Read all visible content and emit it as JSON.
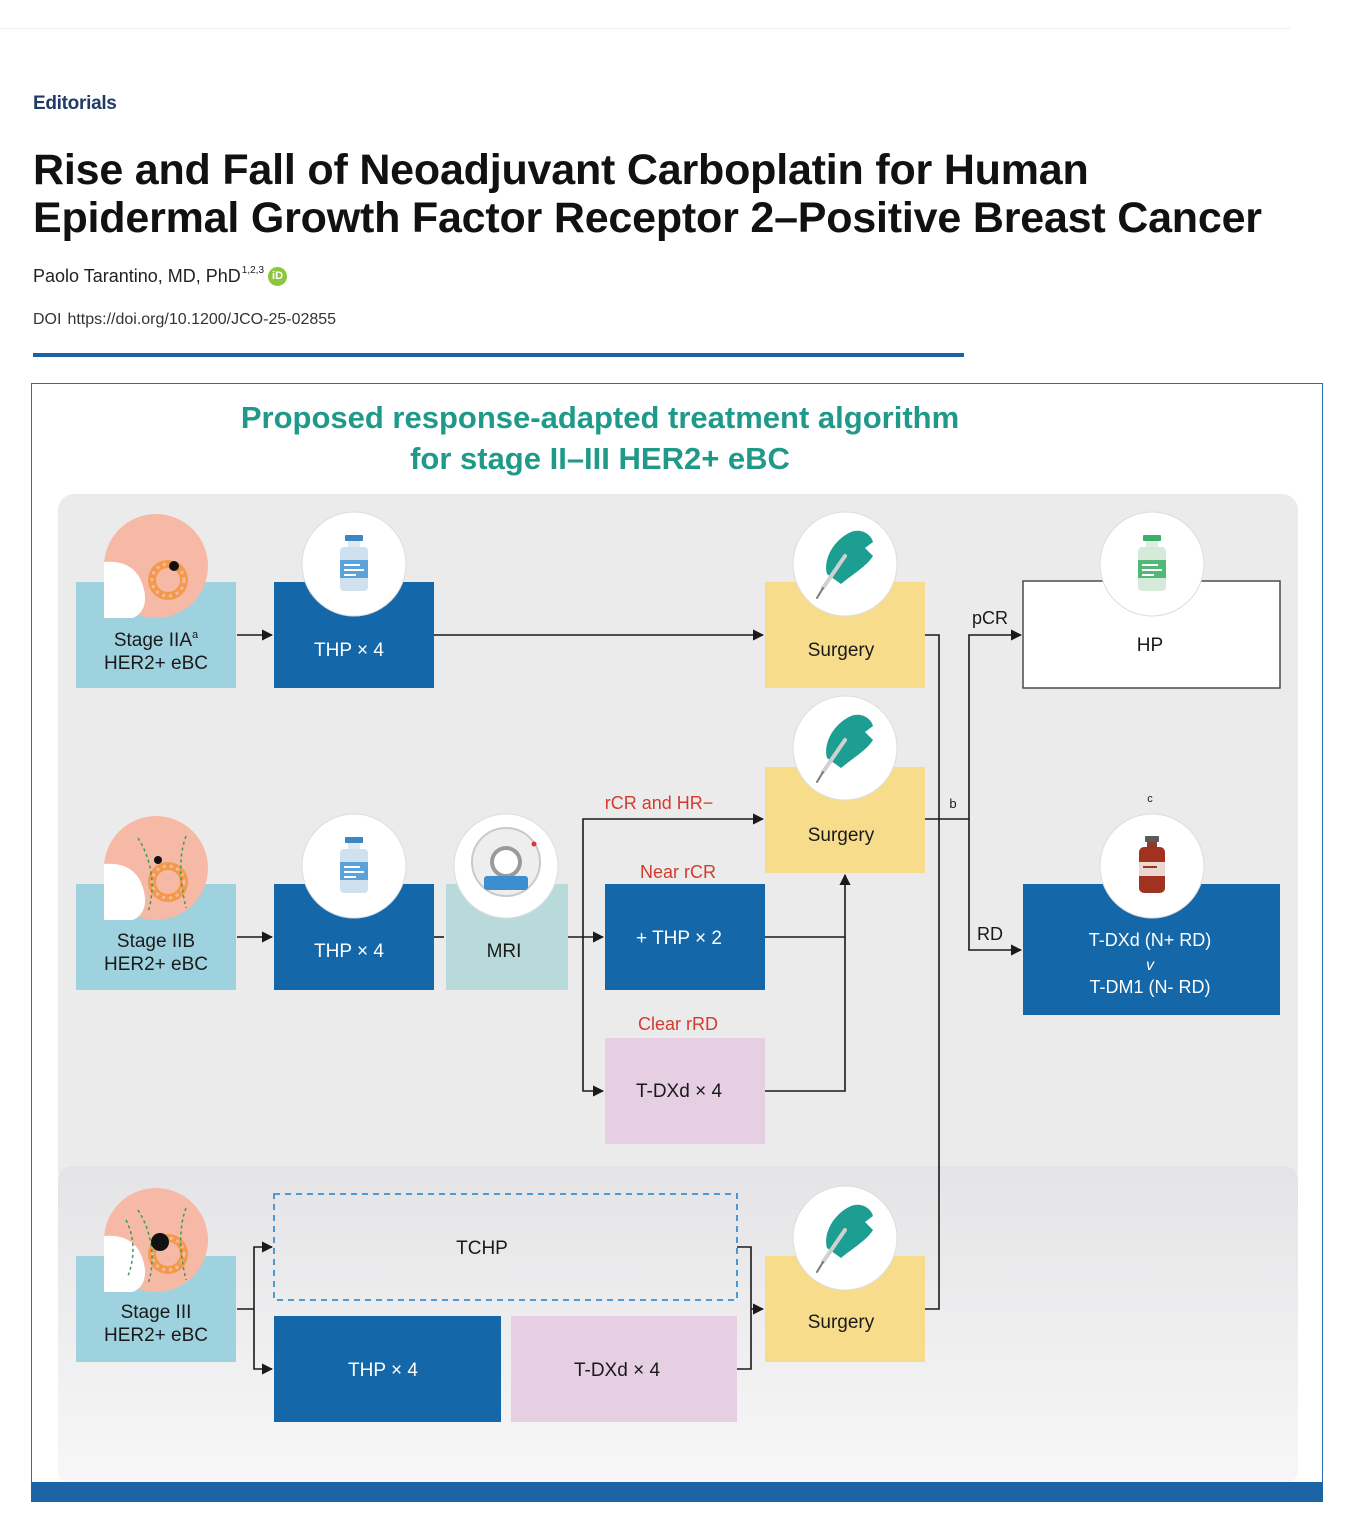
{
  "header": {
    "section": "Editorials",
    "title_line1": "Rise and Fall of Neoadjuvant Carboplatin for Human",
    "title_line2": "Epidermal Growth Factor Receptor 2–Positive Breast Cancer",
    "author": "Paolo Tarantino, MD, PhD",
    "author_affiliations": "1,2,3",
    "doi_label": "DOI",
    "doi": "https://doi.org/10.1200/JCO-25-02855"
  },
  "figure": {
    "title_line1": "Proposed response-adapted treatment algorithm",
    "title_line2": "for stage II–III HER2+ eBC",
    "colors": {
      "dark_blue": "#1467a8",
      "light_teal": "#9fd2df",
      "yellow": "#f7dd8b",
      "pink": "#e6cfe3",
      "mri": "#b9dadb",
      "title_green": "#1f9a8a",
      "red_label": "#d43a2f",
      "panel_gray": "#ebebec"
    },
    "row1": {
      "stage_line1": "Stage IIA",
      "stage_sup": "a",
      "stage_line2": "HER2+ eBC",
      "therapy": "THP × 4",
      "surgery": "Surgery"
    },
    "row2": {
      "stage_line1": "Stage IIB",
      "stage_line2": "HER2+ eBC",
      "therapy": "THP × 4",
      "mri": "MRI",
      "rcr_label": "rCR and HR−",
      "near_label": "Near rCR",
      "near_box": "+ THP × 2",
      "clear_label": "Clear rRD",
      "clear_box": "T-DXd × 4",
      "surgery": "Surgery"
    },
    "row3": {
      "stage_line1": "Stage III",
      "stage_line2": "HER2+ eBC",
      "tchp": "TCHP",
      "thp": "THP × 4",
      "tdxd": "T-DXd × 4",
      "surgery": "Surgery"
    },
    "outcomes": {
      "note_b": "b",
      "note_c": "c",
      "pcr_label": "pCR",
      "hp_box": "HP",
      "rd_label": "RD",
      "rd_line1": "T-DXd (N+ RD)",
      "rd_line2": "v",
      "rd_line3": "T-DM1 (N- RD)"
    }
  }
}
